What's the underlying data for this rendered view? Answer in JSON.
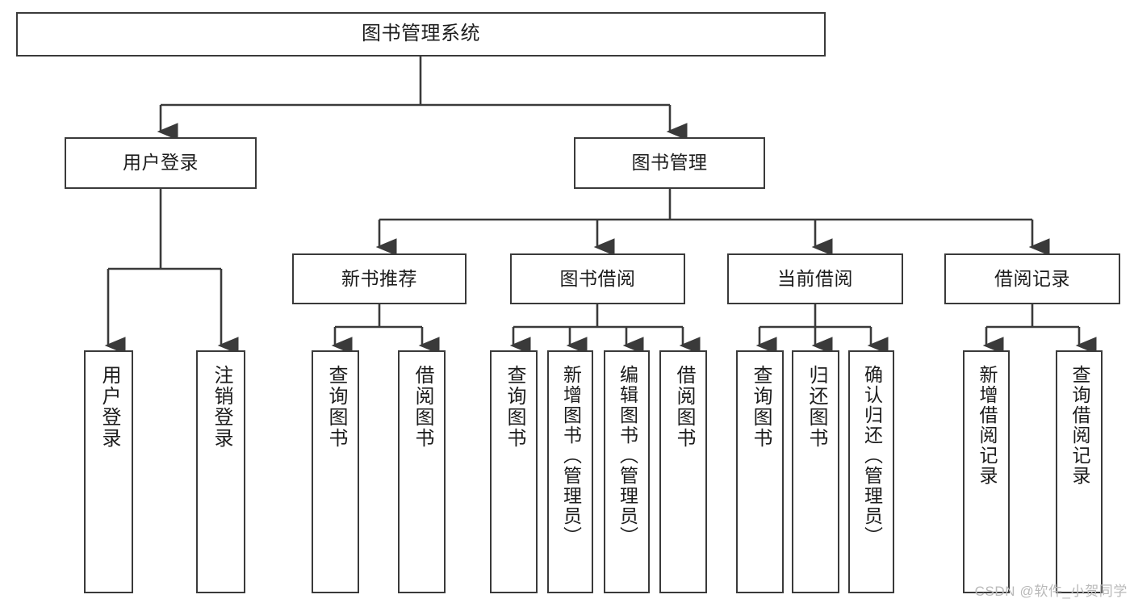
{
  "diagram": {
    "type": "tree",
    "title": "图书管理系统",
    "root": {
      "label": "图书管理系统"
    },
    "level2": [
      {
        "label": "用户登录"
      },
      {
        "label": "图书管理"
      }
    ],
    "level3": [
      {
        "label": "新书推荐"
      },
      {
        "label": "图书借阅"
      },
      {
        "label": "当前借阅"
      },
      {
        "label": "借阅记录"
      }
    ],
    "leaves": {
      "user_login": [
        {
          "label": "用户登录"
        },
        {
          "label": "注销登录"
        }
      ],
      "new_book_recommend": [
        {
          "label": "查询图书"
        },
        {
          "label": "借阅图书"
        }
      ],
      "book_borrow": [
        {
          "label": "查询图书"
        },
        {
          "label": "新增图书（管理员）"
        },
        {
          "label": "编辑图书（管理员）"
        },
        {
          "label": "借阅图书"
        }
      ],
      "current_borrow": [
        {
          "label": "查询图书"
        },
        {
          "label": "归还图书"
        },
        {
          "label": "确认归还（管理员）"
        }
      ],
      "borrow_record": [
        {
          "label": "新增借阅记录"
        },
        {
          "label": "查询借阅记录"
        }
      ]
    },
    "colors": {
      "border": "#3a3a3a",
      "text": "#1c1c1c",
      "background": "#ffffff",
      "connector": "#3a3a3a",
      "watermark": "#b9b9b9"
    }
  },
  "watermark": {
    "text": "CSDN @软件_小贺同学"
  }
}
